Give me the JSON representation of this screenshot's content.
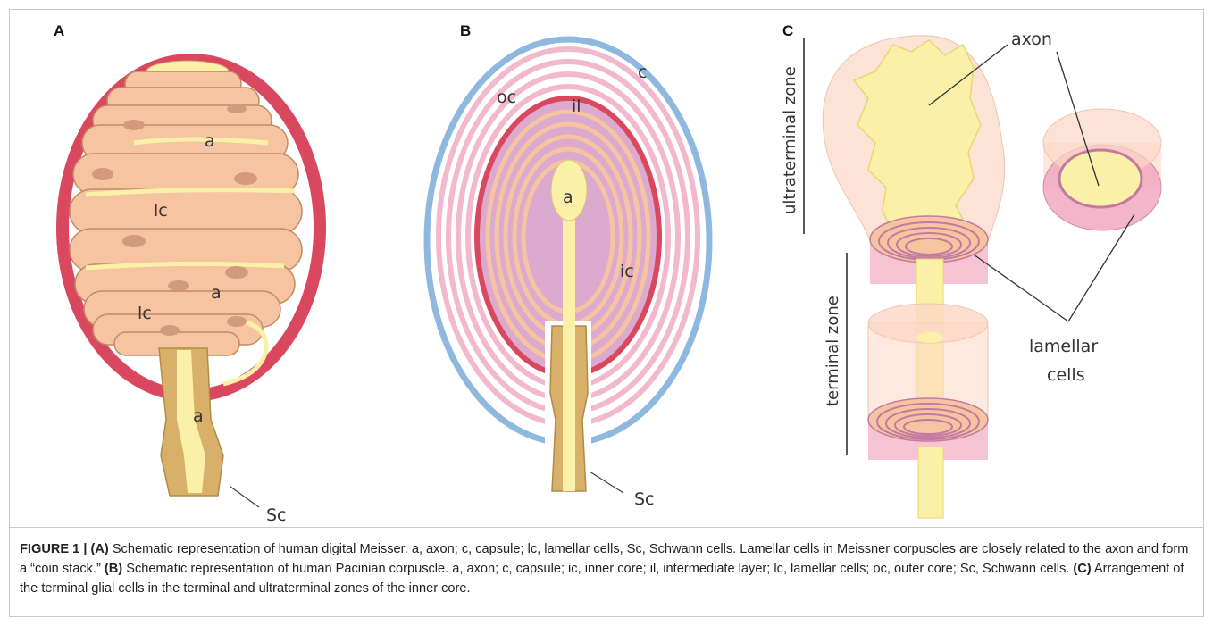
{
  "panels": {
    "a": {
      "letter": "A",
      "labels": {
        "a_top": "a",
        "lc_top": "lc",
        "a_mid": "a",
        "lc_bottom": "lc",
        "a_stalk": "a",
        "sc": "Sc"
      }
    },
    "b": {
      "letter": "B",
      "labels": {
        "oc": "oc",
        "il": "il",
        "c": "c",
        "a": "a",
        "ic": "ic",
        "sc": "Sc"
      }
    },
    "c": {
      "letter": "C",
      "labels": {
        "axon": "axon",
        "ultraterminal": "ultraterminal zone",
        "terminal": "terminal zone",
        "lamellar_1": "lamellar",
        "lamellar_2": "cells"
      }
    }
  },
  "caption": {
    "figure_label": "FIGURE 1 | (A)",
    "part_a": " Schematic representation of human digital Meisser. a, axon; c, capsule; lc, lamellar cells, Sc, Schwann cells. Lamellar cells in Meissner corpuscles are closely related to the axon and form a “coin stack.” ",
    "label_b": "(B)",
    "part_b": " Schematic representation of human Pacinian corpuscle. a, axon; c, capsule; ic, inner core; il, intermediate layer; lc, lamellar cells; oc, outer core; Sc, Schwann cells. ",
    "label_c": "(C)",
    "part_c": " Arrangement of the terminal glial cells in the terminal and ultraterminal zones of the inner core."
  },
  "colors": {
    "capsule_red": "#d9485f",
    "lamella_salmon": "#f7c4a2",
    "axon_yellow": "#faf0a8",
    "capsule_blue": "#8fb8df",
    "outer_core_pink": "#f2b8cc",
    "inner_core_purple": "#dca9cf",
    "schwann_tan": "#d9b06a"
  }
}
